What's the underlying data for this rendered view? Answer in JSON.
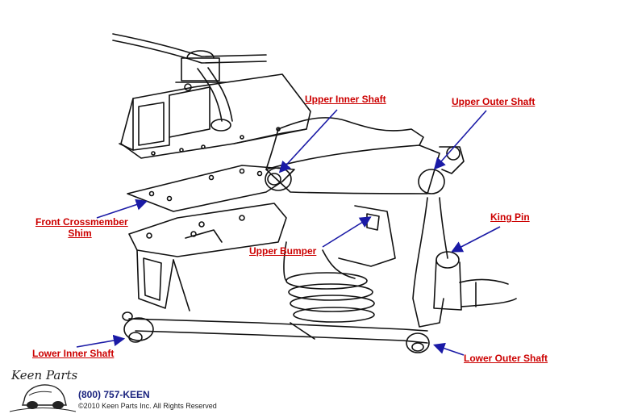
{
  "labels": {
    "upper_inner_shaft": "Upper Inner Shaft",
    "upper_outer_shaft": "Upper Outer Shaft",
    "king_pin": "King Pin",
    "front_crossmember_shim_line1": "Front Crossmember",
    "front_crossmember_shim_line2": "Shim",
    "upper_bumper": "Upper Bumper",
    "lower_inner_shaft": "Lower Inner Shaft",
    "lower_outer_shaft": "Lower Outer Shaft"
  },
  "footer": {
    "phone": "(800) 757-KEEN",
    "copyright": "©2010 Keen Parts Inc. All Rights Reserved",
    "logo_text": "Keen Parts"
  },
  "colors": {
    "label": "#cc0000",
    "arrow": "#1a1aa6",
    "line": "#111111"
  }
}
